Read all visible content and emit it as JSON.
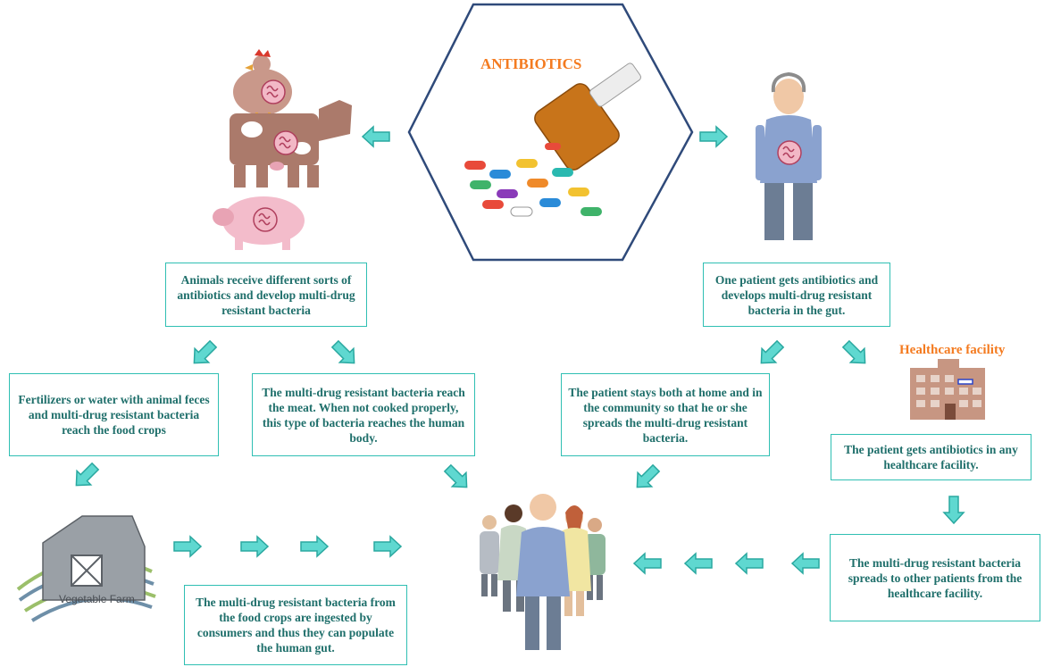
{
  "center": {
    "title": "ANTIBIOTICS"
  },
  "facility": {
    "title": "Healthcare facility"
  },
  "farm": {
    "label": "Vegetable Farm"
  },
  "boxes": {
    "animals": "Animals receive different sorts of antibiotics and develop multi-drug resistant bacteria",
    "patient": "One patient gets antibiotics and develops multi-drug resistant bacteria in the gut.",
    "fertilizers": "Fertilizers or water with animal feces and multi-drug resistant bacteria reach the food crops",
    "meat": "The multi-drug resistant bacteria reach the meat. When not cooked properly, this type of bacteria reaches the human body.",
    "community": "The patient stays both at home and in the community so that he or she spreads the multi-drug resistant bacteria.",
    "facility_antibiotics": "The patient gets antibiotics in any healthcare facility.",
    "crops": "The multi-drug resistant bacteria from the food crops are ingested by consumers and thus they can populate the human gut.",
    "spread": "The multi-drug resistant bacteria spreads to other patients from the healthcare facility."
  },
  "colors": {
    "arrow": "#5fd8d0",
    "box_border": "#2fbfb3",
    "title": "#f47b20",
    "hexagon": "#2f4a7a"
  }
}
